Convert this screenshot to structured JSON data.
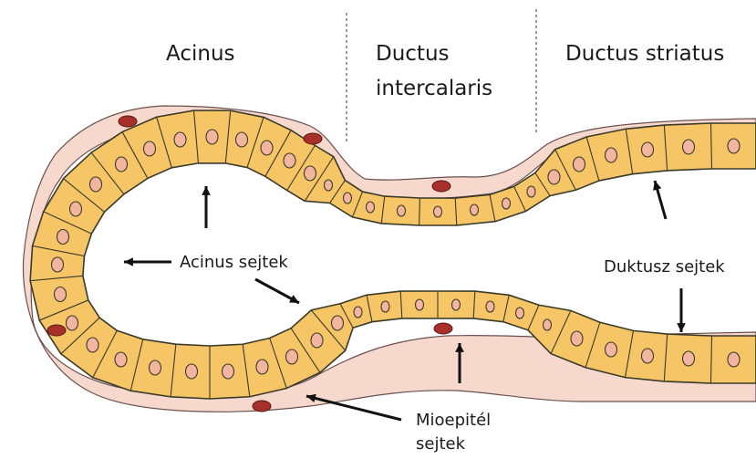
{
  "headers": {
    "acinus": "Acinus",
    "intercalaris_line1": "Ductus",
    "intercalaris_line2": "intercalaris",
    "striatus": "Ductus striatus"
  },
  "labels": {
    "acinus_cells": "Acinus sejtek",
    "duct_cells": "Duktusz sejtek",
    "myo_line1": "Mioepitél",
    "myo_line2": "sejtek"
  },
  "colors": {
    "cell_fill": "#f5c566",
    "cell_border": "#3a3a2a",
    "nucleus_fill": "#f2b6a0",
    "membrane_fill": "#f6d8cc",
    "myoepithelial_nucleus": "#a8302a",
    "arrow": "#111111"
  }
}
